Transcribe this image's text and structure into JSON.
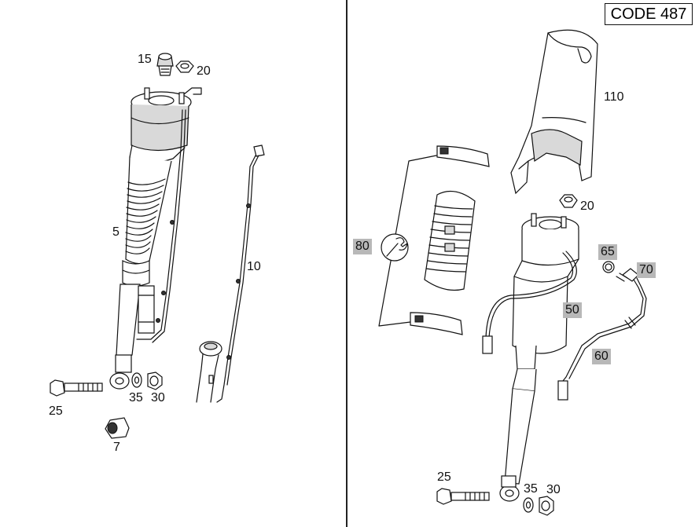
{
  "header": {
    "code_label": "CODE 487"
  },
  "left_panel": {
    "callouts": [
      "15",
      "20",
      "5",
      "10",
      "25",
      "35",
      "30",
      "7"
    ]
  },
  "right_panel": {
    "callouts": [
      "110",
      "20",
      "25",
      "35",
      "30"
    ],
    "highlighted_callouts": [
      "80",
      "65",
      "70",
      "50",
      "60"
    ]
  },
  "icons": {
    "service_kit_symbol": "wrench-icon"
  }
}
